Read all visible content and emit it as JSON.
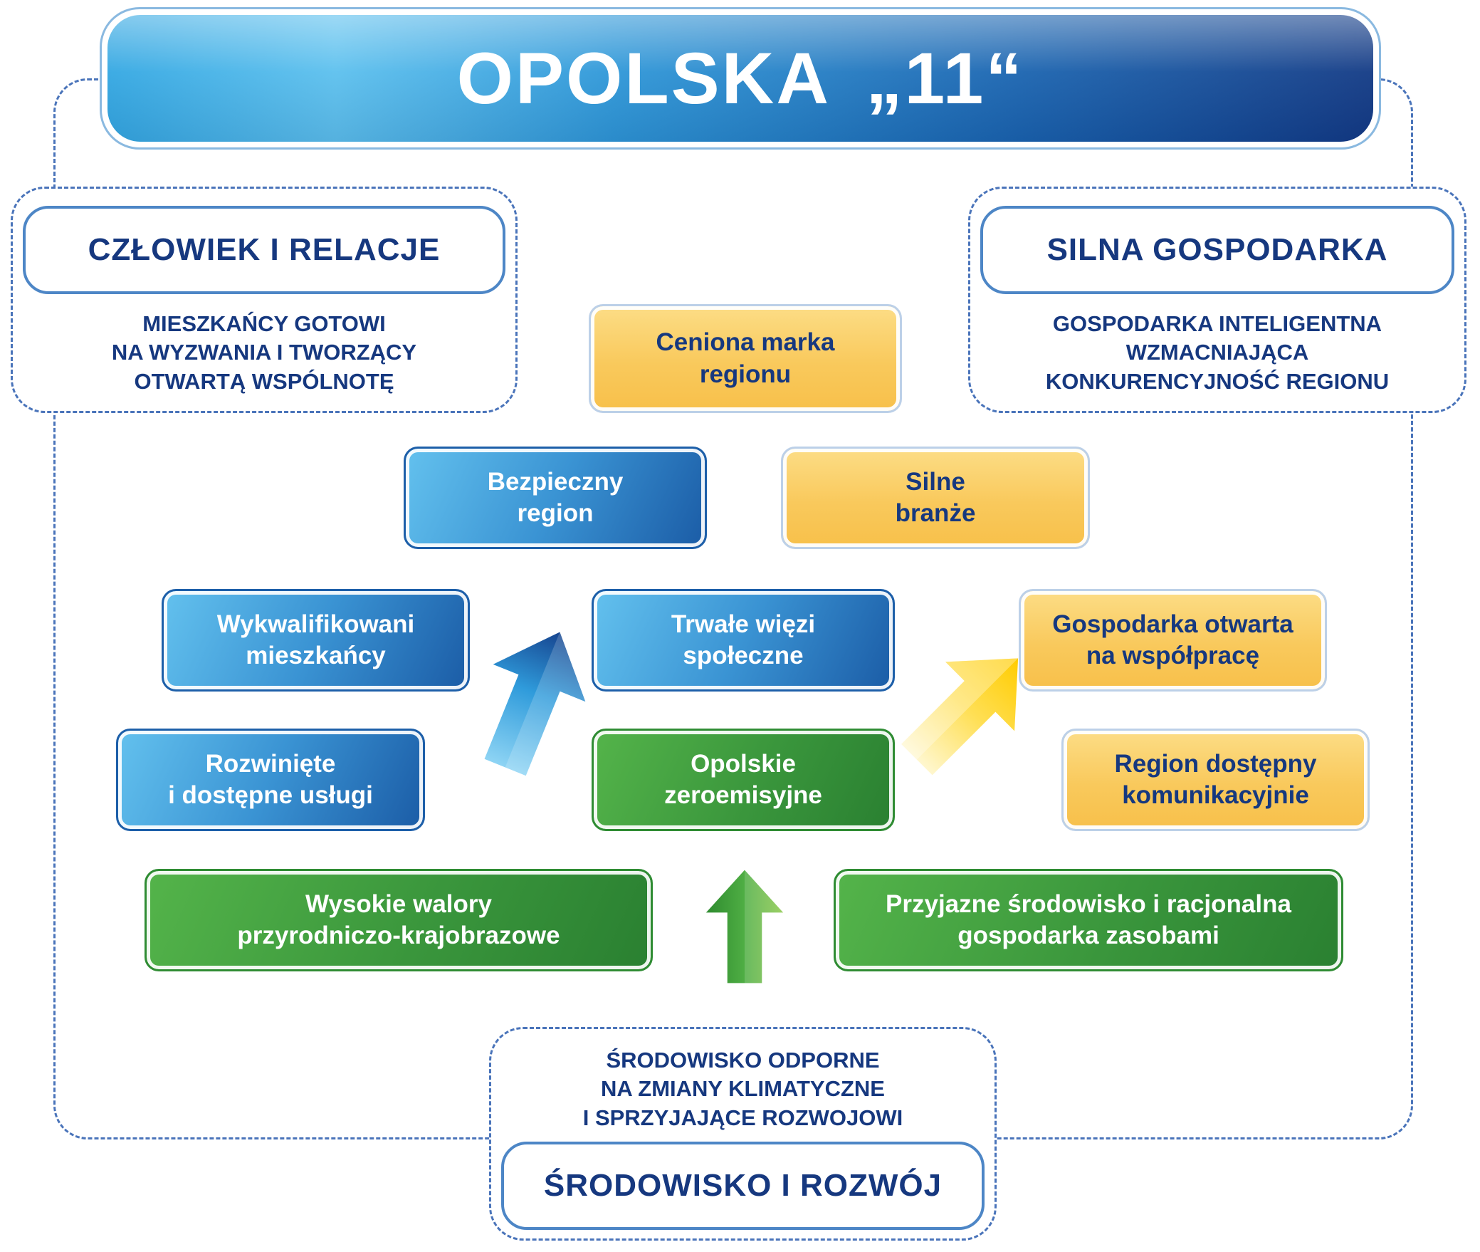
{
  "title": "OPOLSKA „11“",
  "pillars": {
    "people": {
      "heading": "CZŁOWIEK  I  RELACJE",
      "subtitle": "MIESZKAŃCY GOTOWI\nNA WYZWANIA I TWORZĄCY\nOTWARTĄ WSPÓLNOTĘ"
    },
    "economy": {
      "heading": "SILNA  GOSPODARKA",
      "subtitle": "GOSPODARKA INTELIGENTNA\nWZMACNIAJĄCA\nKONKURENCYJNOŚĆ REGIONU"
    },
    "environment": {
      "heading": "ŚRODOWISKO  I  ROZWÓJ",
      "subtitle": "ŚRODOWISKO ODPORNE\nNA ZMIANY KLIMATYCZNE\nI SPRZYJAJĄCE ROZWOJOWI"
    }
  },
  "goals": {
    "ceniona_marka": {
      "label": "Ceniona marka\nregionu",
      "theme": "yellow"
    },
    "bezpieczny_region": {
      "label": "Bezpieczny\nregion",
      "theme": "blue"
    },
    "silne_branze": {
      "label": "Silne\nbranże",
      "theme": "yellow"
    },
    "wykwalifikowani_mieszkancy": {
      "label": "Wykwalifikowani\nmieszkańcy",
      "theme": "blue"
    },
    "trwale_wiezi": {
      "label": "Trwałe więzi\nspołeczne",
      "theme": "blue"
    },
    "gospodarka_otwarta": {
      "label": "Gospodarka otwarta\nna współpracę",
      "theme": "yellow"
    },
    "rozwiniete_uslugi": {
      "label": "Rozwinięte\ni dostępne usługi",
      "theme": "blue"
    },
    "opolskie_zeroemisyjne": {
      "label": "Opolskie\nzeroemisyjne",
      "theme": "green"
    },
    "region_dostepny": {
      "label": "Region dostępny\nkomunikacyjnie",
      "theme": "yellow"
    },
    "wysokie_walory": {
      "label": "Wysokie walory\nprzyrodniczo-krajobrazowe",
      "theme": "green"
    },
    "przyjazne_srodowisko": {
      "label": "Przyjazne środowisko i racjonalna\ngospodarka zasobami",
      "theme": "green"
    }
  },
  "icons": {
    "people_arrow": "blue-up-arrow",
    "economy_arrow": "yellow-up-arrow",
    "environment_arrow": "green-up-arrow"
  },
  "colors": {
    "navy_text": "#16387f",
    "banner_gradient_start": "#5cc0ee",
    "banner_gradient_end": "#123a85",
    "blue_box_start": "#63c1ee",
    "blue_box_end": "#1b5ca6",
    "yellow_box_start": "#fcdd86",
    "yellow_box_end": "#f7c04a",
    "green_box_start": "#54b44a",
    "green_box_end": "#2a8031",
    "dashed_border": "#4a74ba"
  }
}
